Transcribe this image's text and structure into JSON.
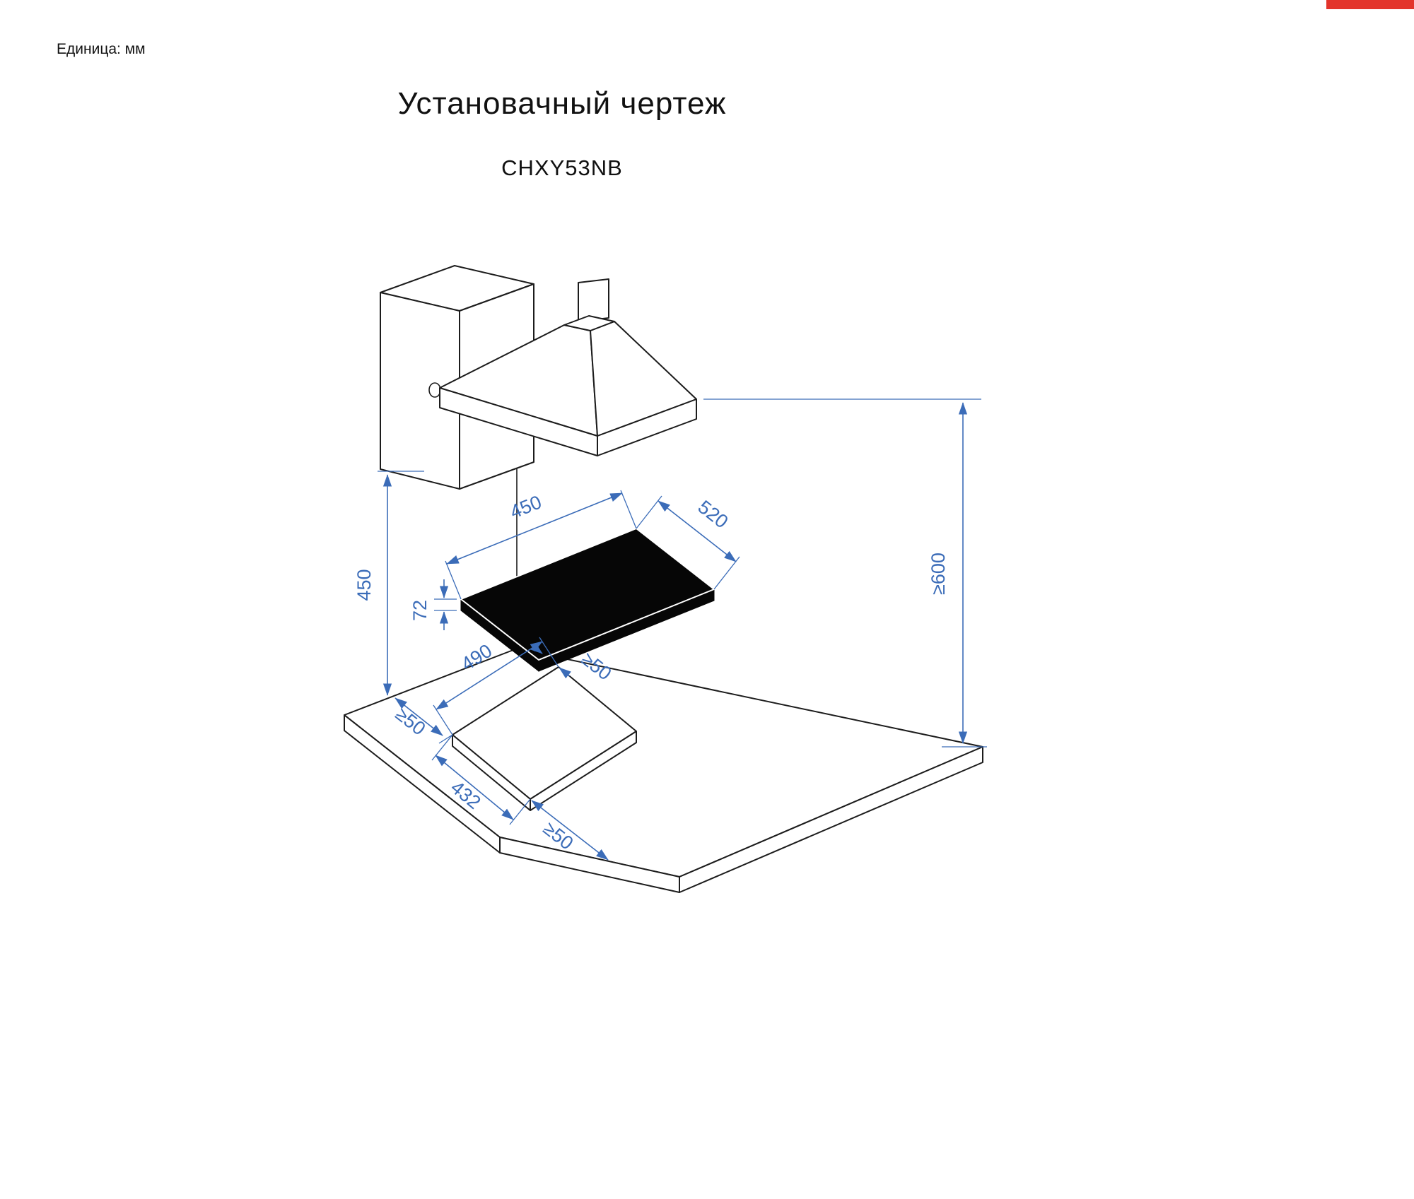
{
  "page": {
    "unit_label": "Единица: мм",
    "title": "Установачный чертеж",
    "model": "CHXY53NB"
  },
  "colors": {
    "dimension_blue": "#3b6cb8",
    "line_dark": "#1c1c1c",
    "hob_black": "#060606",
    "badge_red": "#e3342b"
  },
  "dimensions": {
    "hob_width": "450",
    "hob_depth": "520",
    "hob_thickness": "72",
    "cabinet_to_countertop": "450",
    "hood_to_countertop": "≥600",
    "cutout_width": "490",
    "cutout_length": "432",
    "clearance_left": "≥50",
    "clearance_back": "≥50",
    "clearance_front": "≥50"
  }
}
